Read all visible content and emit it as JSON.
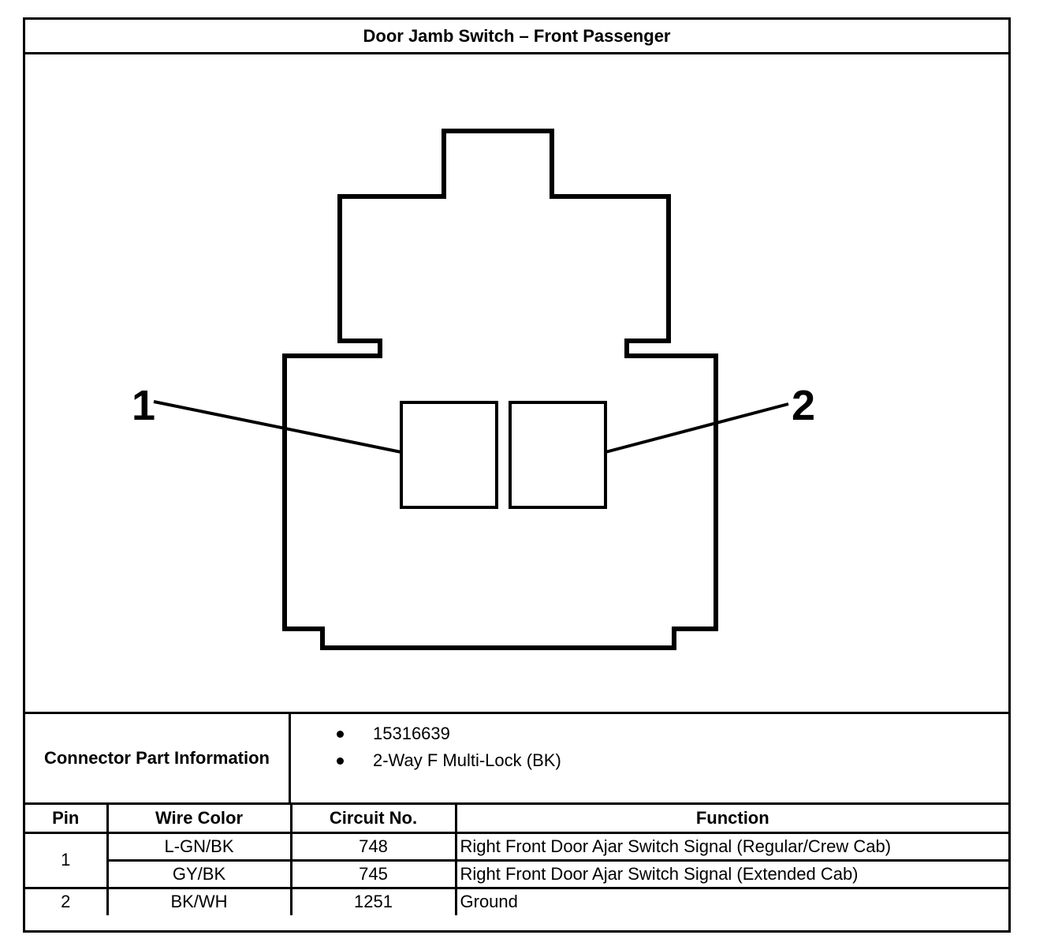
{
  "title": "Door Jamb Switch – Front Passenger",
  "diagram": {
    "pin_callouts": [
      "1",
      "2"
    ]
  },
  "connector_info": {
    "label": "Connector Part Information",
    "items": [
      "15316639",
      "2-Way F Multi-Lock (BK)"
    ]
  },
  "pin_table": {
    "headers": [
      "Pin",
      "Wire Color",
      "Circuit No.",
      "Function"
    ],
    "rows": [
      {
        "pin": "1",
        "wire_color": "L-GN/BK",
        "circuit": "748",
        "function": "Right Front Door Ajar Switch Signal (Regular/Crew Cab)"
      },
      {
        "pin": "",
        "wire_color": "GY/BK",
        "circuit": "745",
        "function": "Right Front Door Ajar Switch Signal (Extended Cab)"
      },
      {
        "pin": "2",
        "wire_color": "BK/WH",
        "circuit": "1251",
        "function": "Ground"
      }
    ]
  }
}
